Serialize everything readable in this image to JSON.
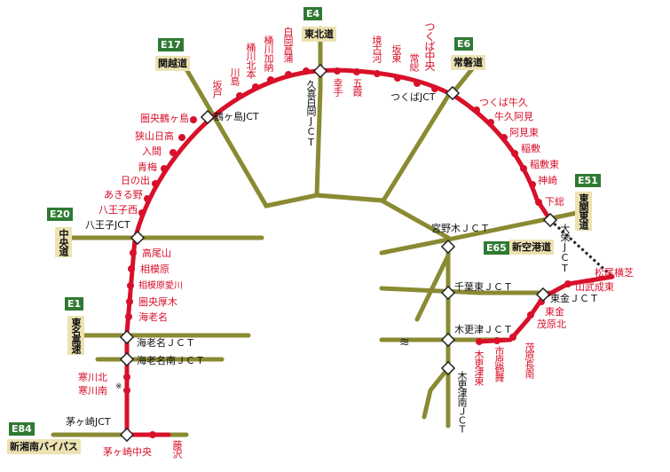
{
  "colors": {
    "ring": "#d8102a",
    "road": "#8a8a33",
    "green": "#2f7a33",
    "sign": "#ece2b2"
  },
  "expressways": {
    "e4": {
      "code": "E4",
      "name": "東北道"
    },
    "e17": {
      "code": "E17",
      "name": "関越道"
    },
    "e6": {
      "code": "E6",
      "name": "常磐道"
    },
    "e51": {
      "code": "E51",
      "name": "東関東道"
    },
    "e65": {
      "code": "E65",
      "name": "新空港道"
    },
    "e20": {
      "code": "E20",
      "name": "中央道"
    },
    "e1": {
      "code": "E1",
      "name": "東名高速"
    },
    "e84": {
      "code": "E84",
      "name": "新湘南バイパス"
    }
  },
  "jcts": {
    "tsurugashima": "鶴ヶ島JCT",
    "kuki": "久喜白岡JCT",
    "tsukuba": "つくばJCT",
    "ooei": "大栄JCT",
    "hachioji": "八王子JCT",
    "miyanogi": "宮野木ＪＣＴ",
    "chibahigashi": "千葉東ＪＣＴ",
    "higashikane": "東金ＪＣＴ",
    "ebina": "海老名ＪＣＴ",
    "ebinaminami": "海老名南ＪＣＴ",
    "kisarazu": "木更津ＪＣＴ",
    "kisarazuminami": "木更津南ＪＣＴ",
    "chigasaki": "茅ヶ崎JCT"
  },
  "ic": {
    "shiraokashobu": "白岡菖蒲",
    "okegawakano": "桶川加納",
    "okegawakita": "桶川北本",
    "kawajima": "川島",
    "sakado": "坂戸",
    "satte": "幸手",
    "goka": "五霞",
    "sakaikoga": "境古河",
    "bando": "坂東",
    "joso": "常総",
    "tsukubachuo": "つくば中央",
    "tsukubaushiku": "つくば牛久",
    "ushikuami": "牛久阿見",
    "amihigashi": "阿見東",
    "inashiki": "稲敷",
    "inashikihigashi": "稲敷東",
    "kozaki": "神崎",
    "shimofusa": "下総",
    "kenotsurugashima": "圏央鶴ヶ島",
    "sayamahidaka": "狭山日高",
    "iruma": "入間",
    "ome": "青梅",
    "hinode": "日の出",
    "akiruno": "あきる野",
    "hachiojinishi": "八王子西",
    "takaosan": "高尾山",
    "sagamihara": "相模原",
    "sagamiharaaikawa": "相模原愛川",
    "kenoatsugi": "圏央厚木",
    "ebina": "海老名",
    "samukawakita": "寒川北",
    "samukawaminami": "寒川南",
    "samukawanote": "※",
    "chigasakichuo": "茅ヶ崎中央",
    "fujisawa": "藤沢",
    "matsuoyokoshiba": "松尾横芝",
    "sanmunaruto": "山武成東",
    "togane": "東金",
    "mobarakita": "茂原北",
    "mobaranagara": "茂原長南",
    "ichiharatsurumai": "市原鶴舞",
    "kisarazuhigashi": "木更津東"
  }
}
